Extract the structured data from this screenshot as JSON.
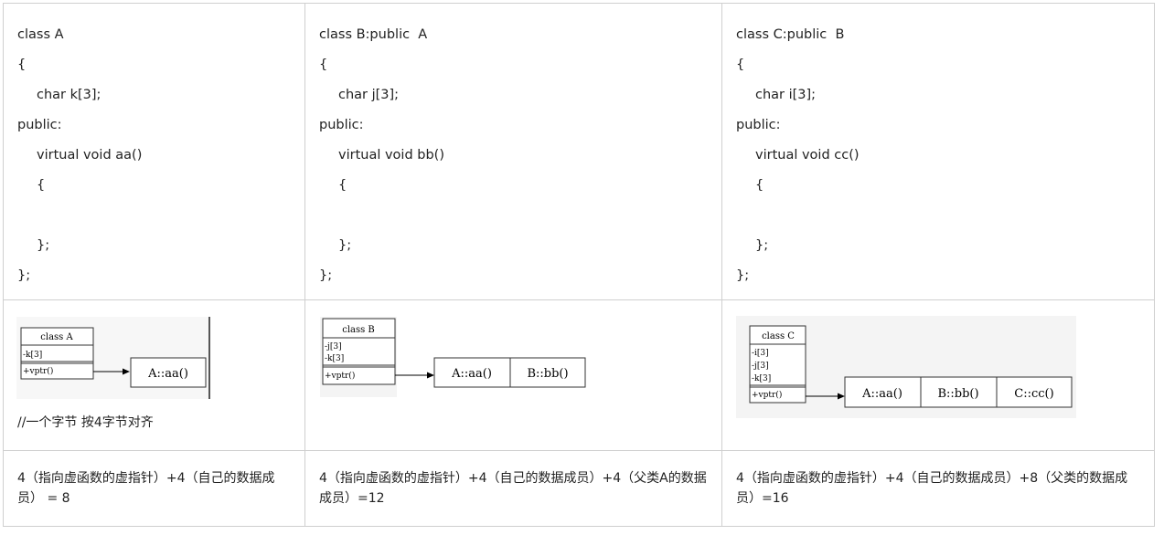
{
  "columns": [
    {
      "code": [
        "class A",
        "{",
        "char k[3];",
        "public:",
        "virtual void aa()",
        "{",
        "",
        "};",
        "};"
      ],
      "diagram": {
        "class_name": "class A",
        "members": [
          "-k[3]"
        ],
        "vptr": "+vptr()",
        "vtable": [
          "A::aa()"
        ]
      },
      "note": "//一个字节    按4字节对齐",
      "summary": " 4（指向虚函数的虚指针）+4（自己的数据成员） = 8"
    },
    {
      "code": [
        "class B:public  A",
        "{",
        "char j[3];",
        "public:",
        "virtual void bb()",
        "{",
        "",
        "};",
        "};"
      ],
      "diagram": {
        "class_name": "class B",
        "members": [
          "-j[3]",
          "-k[3]"
        ],
        "vptr": "+vptr()",
        "vtable": [
          "A::aa()",
          "B::bb()"
        ]
      },
      "summary": " 4（指向虚函数的虚指针）+4（自己的数据成员）+4（父类A的数据成员）=12"
    },
    {
      "code": [
        "class C:public  B",
        "{",
        "char i[3];",
        "public:",
        "virtual void cc()",
        "{",
        "",
        "};",
        "};"
      ],
      "diagram": {
        "class_name": "class C",
        "members": [
          "-i[3]",
          "-j[3]",
          "-k[3]"
        ],
        "vptr": "+vptr()",
        "vtable": [
          "A::aa()",
          "B::bb()",
          "C::cc()"
        ]
      },
      "summary": "4（指向虚函数的虚指针）+4（自己的数据成员）+8（父类的数据成员）=16"
    }
  ]
}
